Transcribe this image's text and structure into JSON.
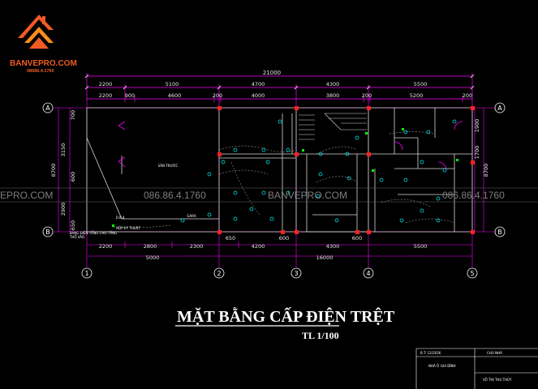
{
  "brand": {
    "name": "BANVEPRO.COM",
    "phone": "08686.4.1760",
    "accent": "#f15a24"
  },
  "watermark": {
    "site": "BANVEPRO.COM",
    "site_clipped": "EPRO.COM",
    "phone": "086.86.4.1760"
  },
  "drawing": {
    "title": "MẶT BẰNG CẤP ĐIỆN TRỆT",
    "scale": "TL 1/100",
    "line_color": "#ff00ff",
    "light_color": "#00ffff",
    "column_color": "#ff0000"
  },
  "dimensions": {
    "top_total": "21000",
    "top_row1": [
      "2200",
      "5100",
      "4700",
      "4300",
      "5500"
    ],
    "top_row2": [
      "2200",
      "900",
      "4600",
      "200",
      "4000",
      "3800",
      "200",
      "5200",
      "200"
    ],
    "bottom_row1": [
      "2200",
      "2800",
      "2300",
      "4200",
      "4300",
      "5500"
    ],
    "bottom_row2": [
      "5000",
      "16000"
    ],
    "bottom_small": [
      "650",
      "600",
      "600"
    ],
    "left": [
      "3150",
      "8700",
      "2900"
    ],
    "left_small": [
      "700",
      "600",
      "650"
    ],
    "right": [
      "1900",
      "8700",
      "1700"
    ]
  },
  "axes": {
    "letters": [
      "A",
      "B"
    ],
    "numbers": [
      "1",
      "2",
      "3",
      "4",
      "5"
    ]
  },
  "room_labels": [
    "SÂN TRƯỚC",
    "GARA",
    "D.K.4",
    "HỘP KỸ THUẬT",
    "BẢNG ĐIỆN TỔNG CHO TẦNG",
    "THỔ VÀO"
  ],
  "title_block": {
    "drawing_no": "B.T: 12/2036",
    "owner_label": "CHỦ NHÀ",
    "project": "NHÀ Ở GIA ĐÌNH",
    "owner_name": "VÕ THỊ THU THỦY"
  }
}
